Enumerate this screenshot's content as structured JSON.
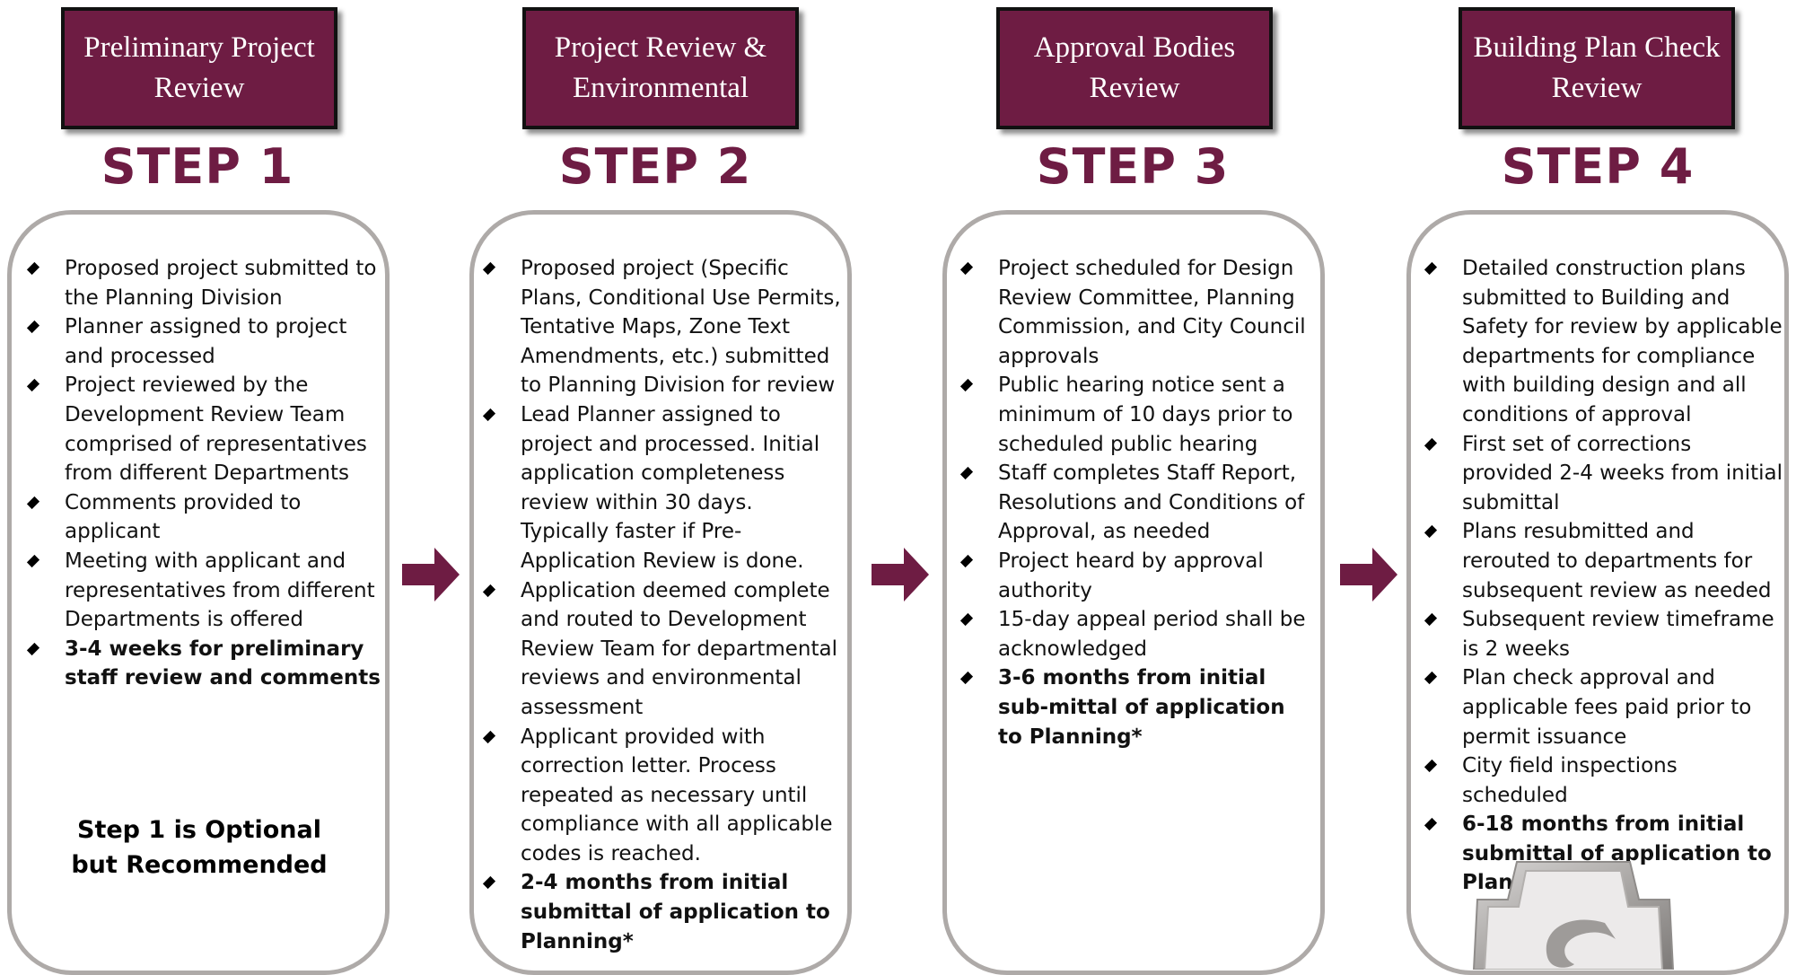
{
  "accent_color": "#6e1c43",
  "box_border_color": "#aeaaa8",
  "steps": [
    {
      "header": "Preliminary Project Review",
      "label": "STEP 1",
      "bullets": [
        "Proposed project submitted to the Planning Division",
        "Planner assigned to project and processed",
        "Project reviewed by the Development Review Team comprised of representatives from different Departments",
        "Comments provided to applicant",
        "Meeting with applicant and representatives from different Departments is offered",
        "3-4 weeks for preliminary staff review and comments"
      ],
      "note": "Step 1 is Optional but Recommended"
    },
    {
      "header": "Project Review & Environmental",
      "label": "STEP 2",
      "bullets": [
        "Proposed project (Specific Plans, Conditional Use Permits, Tentative Maps, Zone Text Amendments, etc.) submitted to Planning Division for review",
        "Lead Planner assigned to project and processed. Initial application completeness review within 30 days. Typically faster if Pre-Application Review is done.",
        "Application deemed complete and routed to Development Review Team for departmental reviews and environmental assessment",
        "Applicant provided with correction letter. Process repeated as necessary until compliance with all applicable codes is reached.",
        "2-4 months from initial submittal of application to Planning*"
      ]
    },
    {
      "header": "Approval Bodies Review",
      "label": "STEP 3",
      "bullets": [
        "Project scheduled for Design Review Committee, Planning Commission, and City Council approvals",
        "Public hearing notice sent a minimum of 10 days prior to scheduled public hearing",
        "Staff completes Staff Report, Resolutions and Conditions of Approval, as needed",
        "Project heard by approval authority",
        "15-day appeal period shall be acknowledged",
        "3-6 months from initial sub-mittal of application to Planning*"
      ]
    },
    {
      "header": "Building Plan Check Review",
      "label": "STEP 4",
      "bullets": [
        "Detailed construction plans submitted to Building and Safety for review by applicable departments for compliance with building design and all conditions of approval",
        "First set of corrections provided 2-4 weeks from initial submittal",
        "Plans resubmitted and rerouted to departments for subsequent review as needed",
        "Subsequent review timeframe is 2 weeks",
        "Plan check approval and applicable fees paid prior to permit issuance",
        "City field inspections scheduled",
        "6-18 months from initial submittal of application to Planning"
      ]
    }
  ]
}
